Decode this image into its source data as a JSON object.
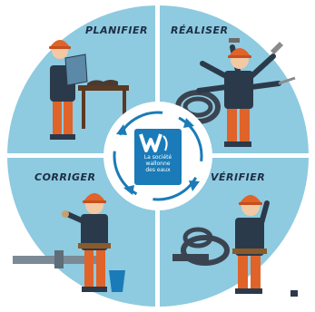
{
  "steps": {
    "top_left": "PLANIFIER",
    "top_right": "RÉALISER",
    "bottom_left": "CORRIGER",
    "bottom_right": "VÉRIFIER"
  },
  "logo": {
    "letter": "W",
    "line1": "La société",
    "line2": "wallonne",
    "line3": "des eaux"
  },
  "colors": {
    "background": "#8ecae0",
    "accent_blue": "#1a7bb8",
    "worker_orange": "#e0632a",
    "worker_dark": "#2b3a4a"
  }
}
